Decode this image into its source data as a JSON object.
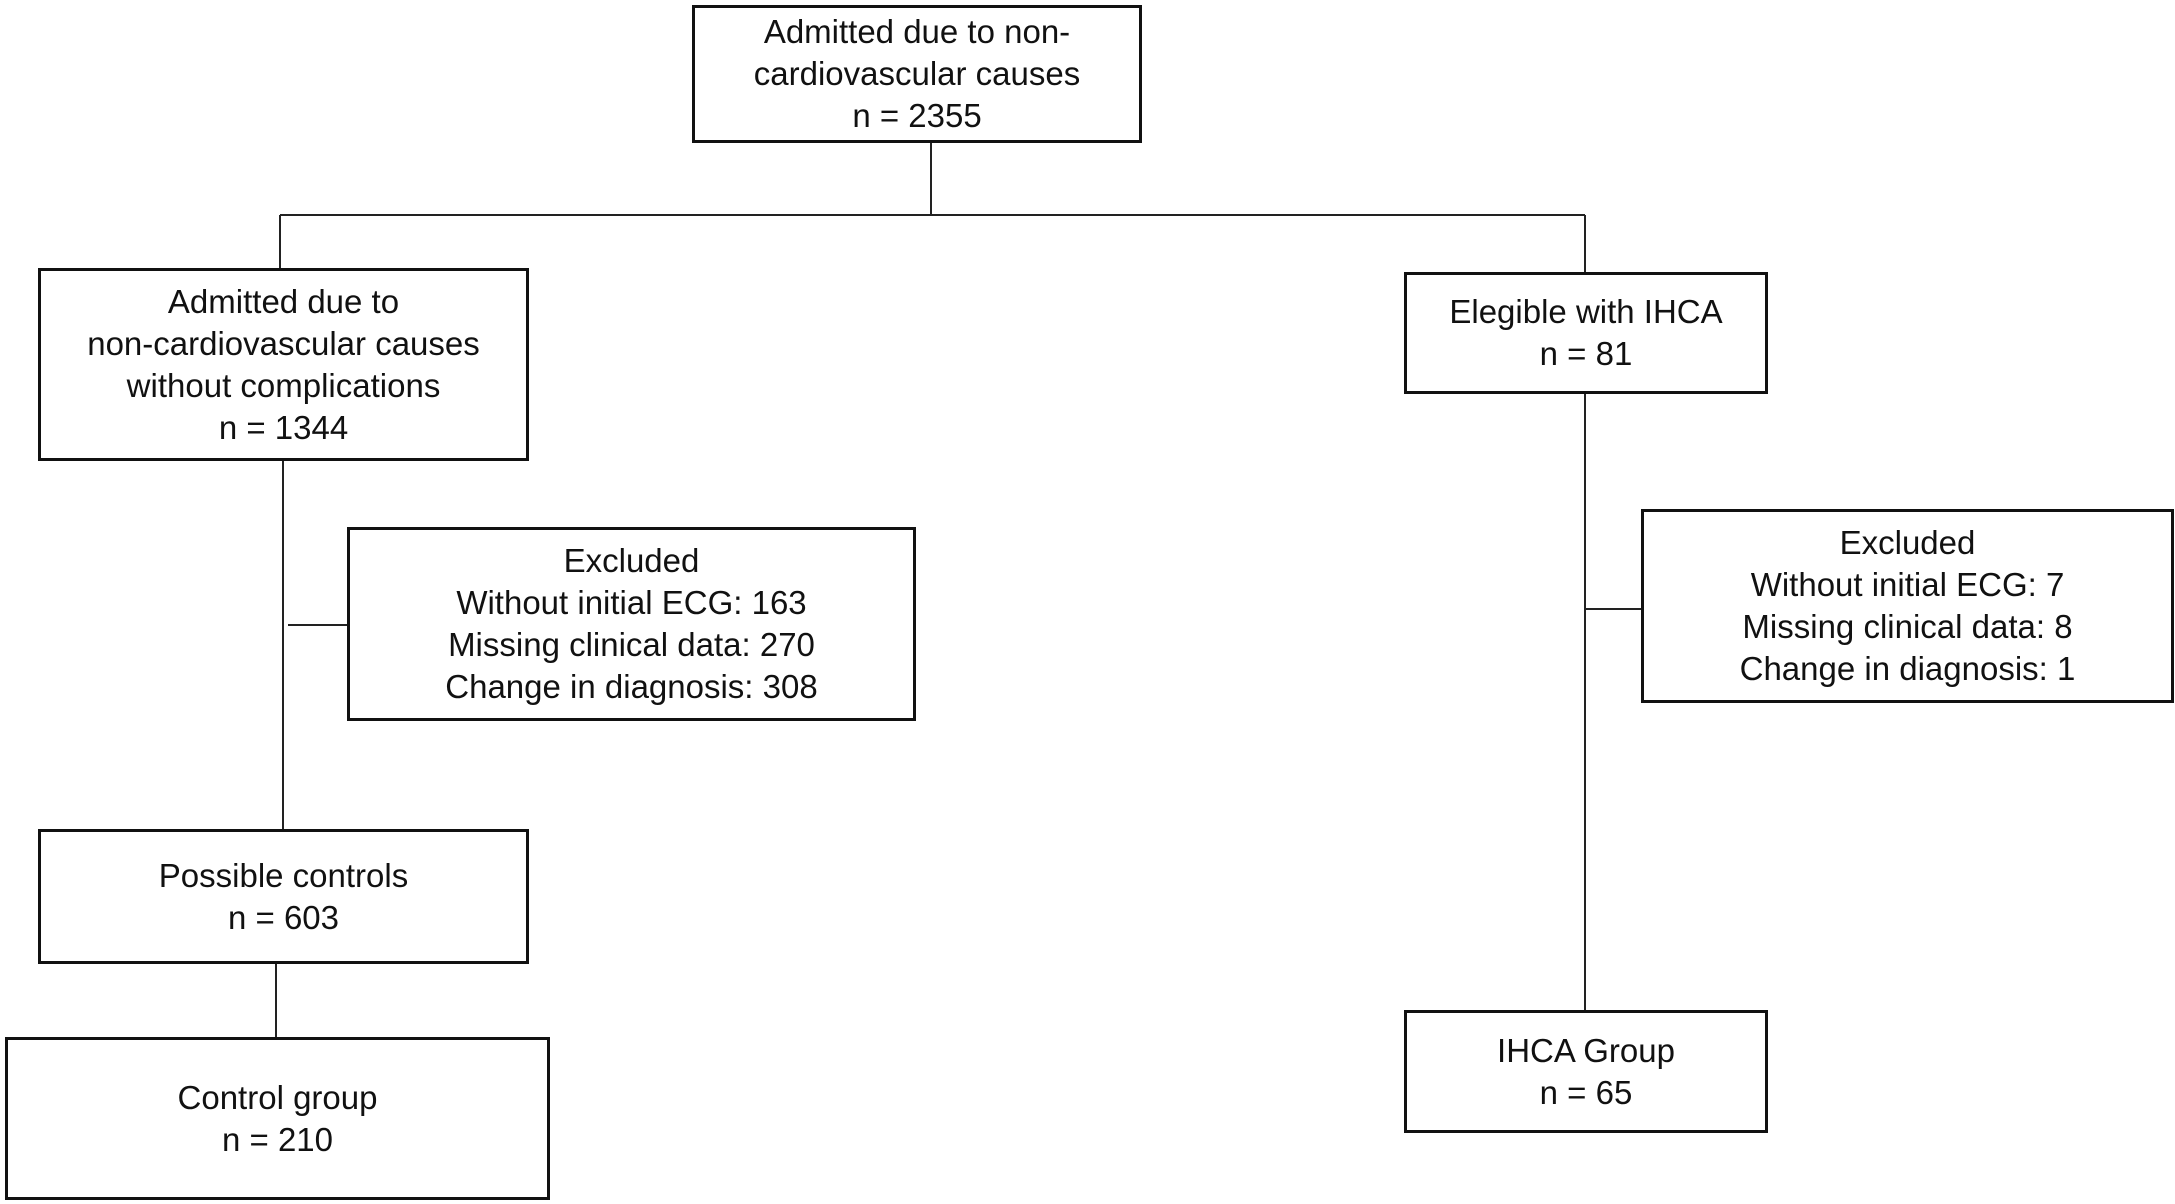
{
  "flowchart": {
    "root": {
      "lines": [
        "Admitted due to non-",
        "cardiovascular causes",
        "n = 2355"
      ]
    },
    "left_branch": {
      "without_complications": {
        "lines": [
          "Admitted due to",
          "non-cardiovascular causes",
          "without complications",
          "n = 1344"
        ]
      },
      "excluded": {
        "lines": [
          "Excluded",
          "Without initial ECG: 163",
          "Missing clinical data: 270",
          "Change in diagnosis: 308"
        ]
      },
      "possible_controls": {
        "lines": [
          "Possible controls",
          "n = 603"
        ]
      },
      "control_group": {
        "lines": [
          "Control group",
          "n = 210"
        ]
      }
    },
    "right_branch": {
      "eligible_ihca": {
        "lines": [
          "Elegible with IHCA",
          "n = 81"
        ]
      },
      "excluded": {
        "lines": [
          "Excluded",
          "Without initial ECG: 7",
          "Missing clinical data: 8",
          "Change in diagnosis: 1"
        ]
      },
      "ihca_group": {
        "lines": [
          "IHCA Group",
          "n = 65"
        ]
      }
    }
  }
}
